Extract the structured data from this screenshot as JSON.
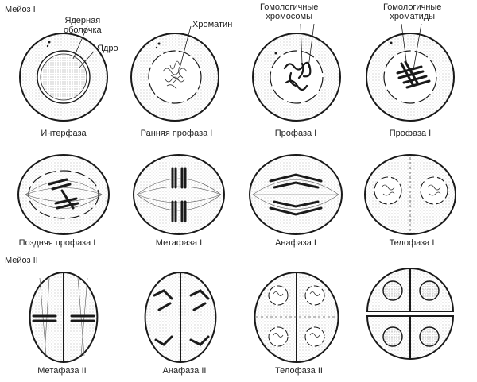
{
  "sections": {
    "meiosis_1": "Мейоз I",
    "meiosis_2": "Мейоз II"
  },
  "annotations": {
    "nuclear_envelope": "Ядерная\nоболочка",
    "nucleus": "Ядро",
    "chromatin": "Хроматин",
    "homologous_chromosomes": "Гомологичные\nхромосомы",
    "homologous_chromatids": "Гомологичные\nхроматиды"
  },
  "stages": [
    "Интерфаза",
    "Ранняя профаза I",
    "Профаза I",
    "Профаза I",
    "Поздняя профаза I",
    "Метафаза I",
    "Анафаза I",
    "Телофаза I",
    "Метафаза II",
    "Анафаза II",
    "Телофаза II",
    ""
  ],
  "colors": {
    "ink": "#1a1a1a",
    "stipple": "#9a9a9a"
  }
}
